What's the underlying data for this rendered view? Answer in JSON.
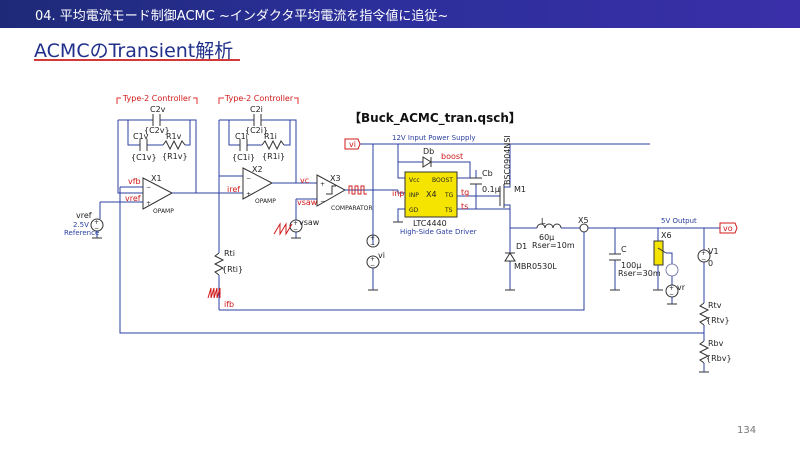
{
  "header": {
    "title": "04. 平均電流モード制御ACMC ~インダクタ平均電流を指令値に追従~"
  },
  "page_title": "ACMCのTransient解析",
  "page_number": "134",
  "schematic": {
    "file_title": "【Buck_ACMC_tran.qsch】",
    "box1_title": "Type-2 Controller",
    "box2_title": "Type-2 Controller",
    "c2v": "C2v",
    "c2v_val": "{C2v}",
    "c1v": "C1v",
    "c1v_val": "{C1v}",
    "r1v": "R1v",
    "r1v_val": "{R1v}",
    "c2i": "C2i",
    "c2i_val": "{C2i}",
    "c1i": "C1i",
    "c1i_val": "{C1i}",
    "r1i": "R1i",
    "r1i_val": "{R1i}",
    "x1": "X1",
    "x1_type": "OPAMP",
    "x2": "X2",
    "x2_type": "OPAMP",
    "x3": "X3",
    "x3_type": "COMPARATOR",
    "net_vfb": "vfb",
    "net_vref_in": "vref",
    "net_iref": "iref",
    "net_vc": "vc",
    "net_vsaw": "vsaw",
    "vref_src": "vref",
    "vref_val": "2.5V",
    "vref_desc": "Reference",
    "vsaw_src": "vsaw",
    "rti": "Rti",
    "rti_val": "{Rti}",
    "ifb": "ifb",
    "vi_port": "vi",
    "supply_label": "12V Input Power Supply",
    "vi_src": "vi",
    "ltc_vcc": "Vcc",
    "ltc_boost": "BOOST",
    "ltc_inp": "INP",
    "ltc_x4": "X4",
    "ltc_tg": "TG",
    "ltc_gd": "GD",
    "ltc_ts": "TS",
    "ltc_name": "LTC4440",
    "driver_desc": "High-Side Gate Driver",
    "net_inp": "inp",
    "net_tg": "tg",
    "net_ts": "ts",
    "net_boost": "boost",
    "db": "Db",
    "cb": "Cb",
    "cb_val": "0.1µ",
    "m1": "M1",
    "m1_part": "BSC0904NSI",
    "l": "L",
    "l_val": "60µ",
    "l_rser": "Rser=10m",
    "d1": "D1",
    "d1_part": "MBR0530L",
    "x5": "X5",
    "c": "C",
    "c_val": "100µ",
    "c_rser": "Rser=30m",
    "x6": "X6",
    "output_label": "5V Output",
    "vo_port": "vo",
    "v1": "V1",
    "v1_val": "0",
    "vr": "vr",
    "rtv": "Rtv",
    "rtv_val": "{Rtv}",
    "rbv": "Rbv",
    "rbv_val": "{Rbv}"
  },
  "colors": {
    "header_bg": "#2b2f9a",
    "title": "#1f2f8a",
    "underline": "#d23a3a",
    "wire": "#2b3fa0",
    "net_label": "#d01818",
    "box": "#e03030",
    "ic_fill": "#f5e400",
    "ann": "#2b3fa0"
  }
}
